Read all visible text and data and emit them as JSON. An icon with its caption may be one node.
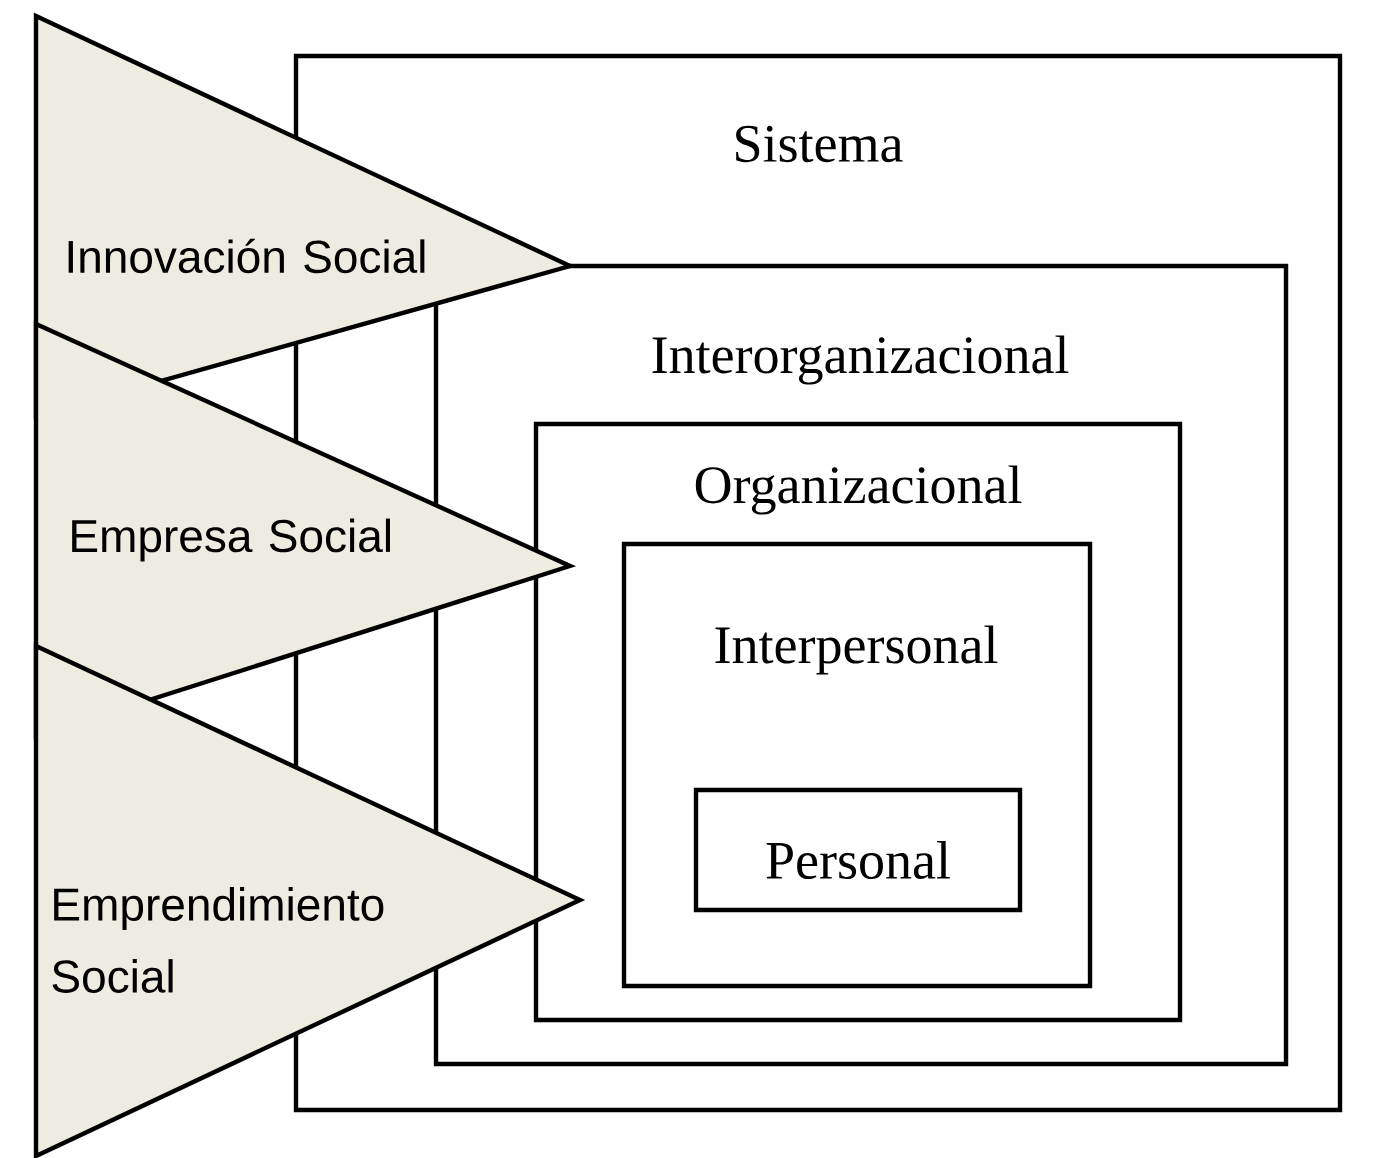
{
  "diagram": {
    "nodes": [
      {
        "text": [
          "Sistema"
        ]
      },
      {
        "text": [
          "Interorganizacional"
        ],
        "in": 0
      },
      {
        "text": [
          "Organizacional"
        ],
        "in": 1
      },
      {
        "text": [
          "Interpersonal"
        ],
        "in": 2
      },
      {
        "text": [
          "Personal"
        ],
        "in": 3
      },
      {
        "text": [
          "Innovación Social"
        ]
      },
      {
        "text": [
          "Empresa Social"
        ]
      },
      {
        "text": [
          "Emprendimiento Social"
        ]
      }
    ]
  }
}
